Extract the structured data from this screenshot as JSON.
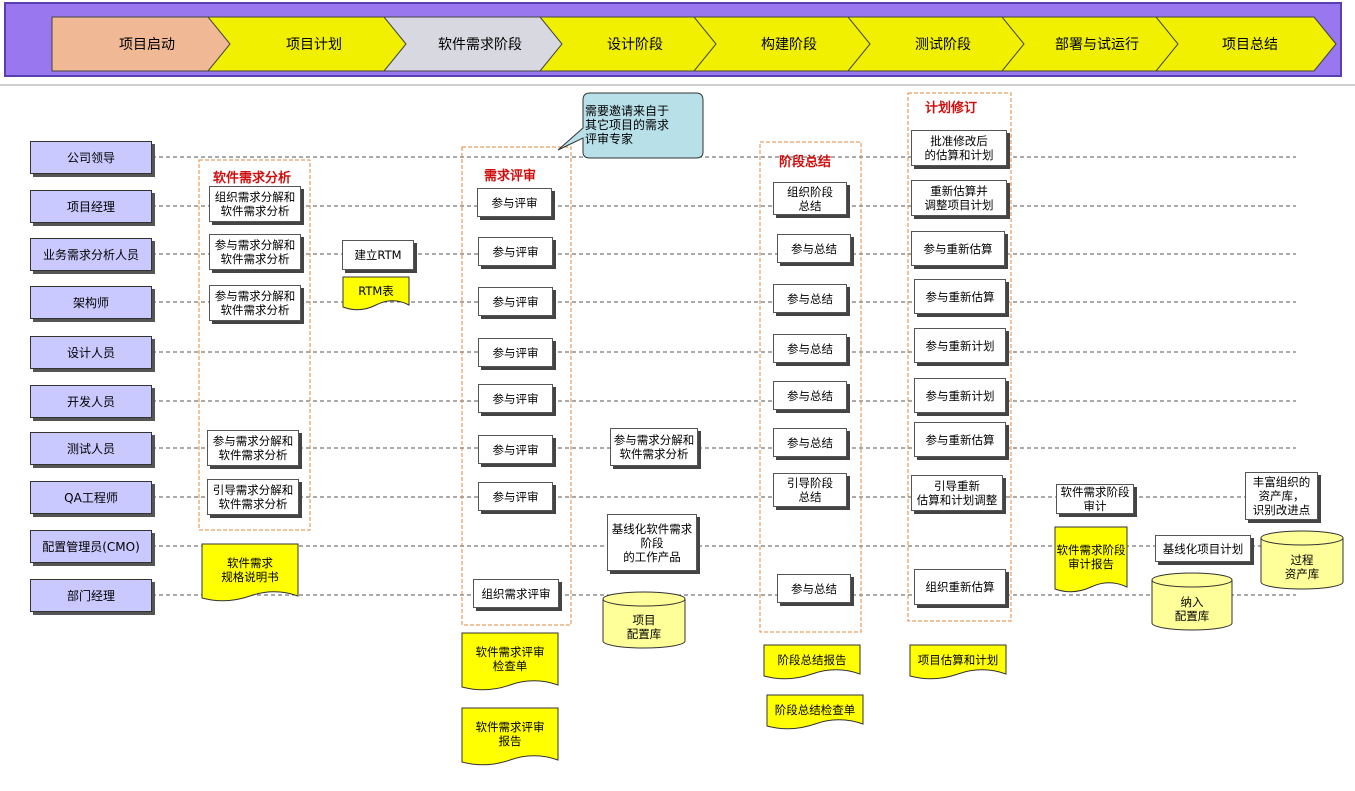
{
  "phases": [
    "项目启动",
    "项目计划",
    "软件需求阶段",
    "设计阶段",
    "构建阶段",
    "测试阶段",
    "部署与试运行",
    "项目总结"
  ],
  "roles": [
    "公司领导",
    "项目经理",
    "业务需求分析人员",
    "架构师",
    "设计人员",
    "开发人员",
    "测试人员",
    "QA工程师",
    "配置管理员(CMO)",
    "部门经理"
  ],
  "groups": {
    "analysis": {
      "title": "软件需求分析",
      "tasks": [
        "组织需求分解和\n软件需求分析",
        "参与需求分解和\n软件需求分析",
        "参与需求分解和\n软件需求分析",
        "参与需求分解和\n软件需求分析",
        "引导需求分解和\n软件需求分析"
      ]
    },
    "review": {
      "title": "需求评审",
      "tasks": [
        "参与评审",
        "参与评审",
        "参与评审",
        "参与评审",
        "参与评审",
        "参与评审",
        "参与评审",
        "组织需求评审"
      ]
    },
    "summary": {
      "title": "阶段总结",
      "tasks": [
        "组织阶段\n总结",
        "参与总结",
        "参与总结",
        "参与总结",
        "参与总结",
        "参与总结",
        "引导阶段\n总结",
        "参与总结"
      ]
    },
    "revision": {
      "title": "计划修订",
      "tasks": [
        "批准修改后\n的估算和计划",
        "重新估算并\n调整项目计划",
        "参与重新估算",
        "参与重新估算",
        "参与重新计划",
        "参与重新计划",
        "参与重新估算",
        "引导重新\n估算和计划调整",
        "组织重新估算"
      ]
    }
  },
  "tasks": {
    "rtm": "建立RTM",
    "test_participate": "参与需求分解和\n软件需求分析",
    "baseline_products": "基线化软件需求阶段\n的工作产品",
    "phase_audit": "软件需求阶段\n审计",
    "baseline_plan": "基线化项目计划",
    "enrich_assets": "丰富组织的\n资产库，\n识别改进点"
  },
  "documents": {
    "rtm_table": "RTM表",
    "srs": "软件需求\n规格说明书",
    "review_checklist": "软件需求评审\n检查单",
    "review_report": "软件需求评审\n报告",
    "summary_report": "阶段总结报告",
    "summary_checklist": "阶段总结检查单",
    "estimate_plan": "项目估算和计划",
    "audit_report": "软件需求阶段\n审计报告"
  },
  "repositories": {
    "config_lib": "项目\n配置库",
    "include_lib": "纳入\n配置库",
    "process_assets": "过程\n资产库"
  },
  "callout": "需要邀请来自于\n其它项目的需求\n评审专家",
  "colors": {
    "phase_bar": "#9977ee",
    "phase_first": "#f0b894",
    "phase_active": "#d8d8e0",
    "phase_other": "#f0f000",
    "role_fill": "#c9c9ff",
    "document_fill": "#ffff00",
    "repository_fill": "#ffff99",
    "group_border": "#e08a3a",
    "group_title": "#d01010",
    "callout_fill": "#b8e0e8"
  }
}
